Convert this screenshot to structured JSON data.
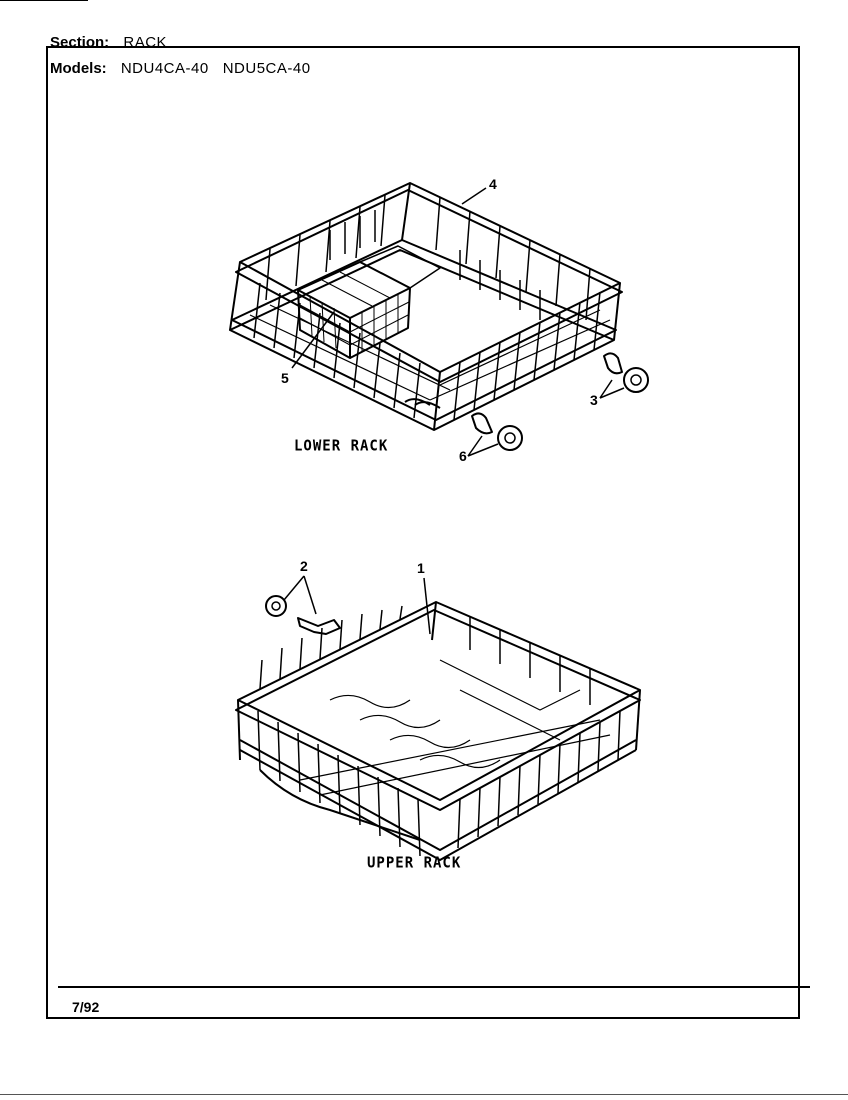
{
  "header": {
    "section_label": "Section:",
    "section_value": "RACK",
    "models_label": "Models:",
    "models_value": "NDU4CA-40   NDU5CA-40"
  },
  "diagram": {
    "lower_rack_caption": "LOWER RACK",
    "upper_rack_caption": "UPPER RACK",
    "callouts": [
      "1",
      "2",
      "3",
      "4",
      "5",
      "6"
    ]
  },
  "footer": {
    "date": "7/92"
  }
}
